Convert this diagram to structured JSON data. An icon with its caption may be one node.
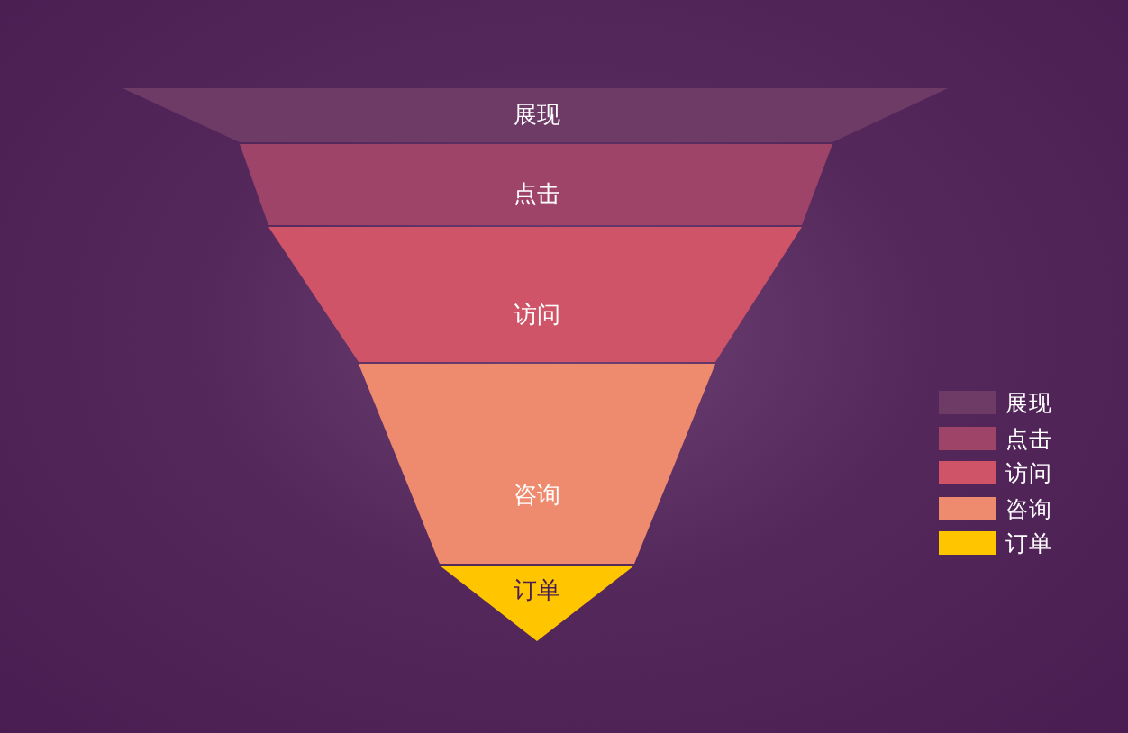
{
  "diagram": {
    "nodes": [
      {
        "text": [
          "展现"
        ]
      },
      {
        "text": [
          "点击"
        ]
      },
      {
        "text": [
          "访问"
        ]
      },
      {
        "text": [
          "咨询"
        ]
      },
      {
        "text": [
          "订单"
        ]
      }
    ],
    "legend": [
      {
        "text": "展现",
        "color": "#6e3a66"
      },
      {
        "text": "点击",
        "color": "#9e4468"
      },
      {
        "text": "访问",
        "color": "#cf5467"
      },
      {
        "text": "咨询",
        "color": "#ee8a6e"
      },
      {
        "text": "订单",
        "color": "#ffc600"
      }
    ]
  }
}
